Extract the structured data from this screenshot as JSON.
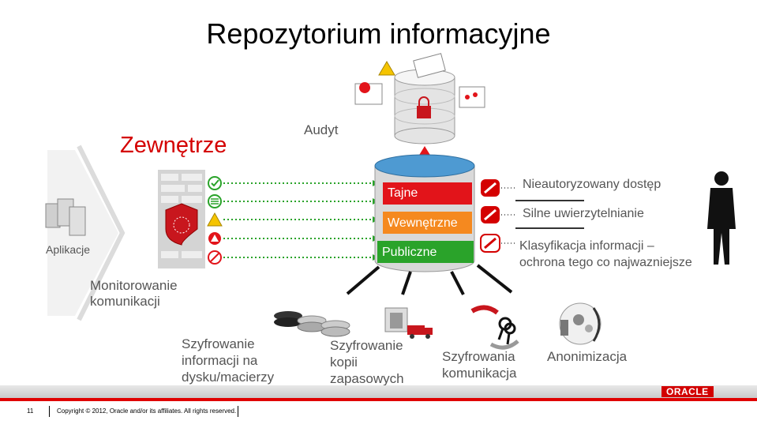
{
  "slide": {
    "title": "Repozytorium informacyjne",
    "external_heading": "Zewnętrze",
    "audit_label": "Audyt",
    "applications_label": "Aplikacje",
    "monitoring_label": [
      "Monitorowanie",
      "komunikacji"
    ],
    "database_tiers": [
      {
        "label": "Tajne",
        "color": "#e2141a"
      },
      {
        "label": "Wewnętrzne",
        "color": "#f5891f"
      },
      {
        "label": "Publiczne",
        "color": "#2aa32a"
      }
    ],
    "threats": [
      {
        "label": "Nieautoryzowany dostęp"
      },
      {
        "label": "Silne uwierzytelnianie"
      },
      {
        "label": [
          "Klasyfikacja informacji –",
          "ochrona tego co najwazniejsze"
        ]
      }
    ],
    "features": [
      {
        "label": [
          "Szyfrowanie",
          "informacji na",
          "dysku/macierzy"
        ]
      },
      {
        "label": [
          "Szyfrowanie",
          "kopii",
          "zapasowych"
        ]
      },
      {
        "label": [
          "Szyfrowania",
          "komunikacja"
        ]
      },
      {
        "label": [
          "Anonimizacja"
        ]
      }
    ],
    "colors": {
      "accent_red": "#d40000",
      "oracle_red": "#d20000",
      "green_check": "#2aa32a"
    }
  },
  "footer": {
    "page_number": "11",
    "copyright": "Copyright © 2012, Oracle and/or its affiliates. All rights reserved.",
    "logo_text": "ORACLE"
  }
}
